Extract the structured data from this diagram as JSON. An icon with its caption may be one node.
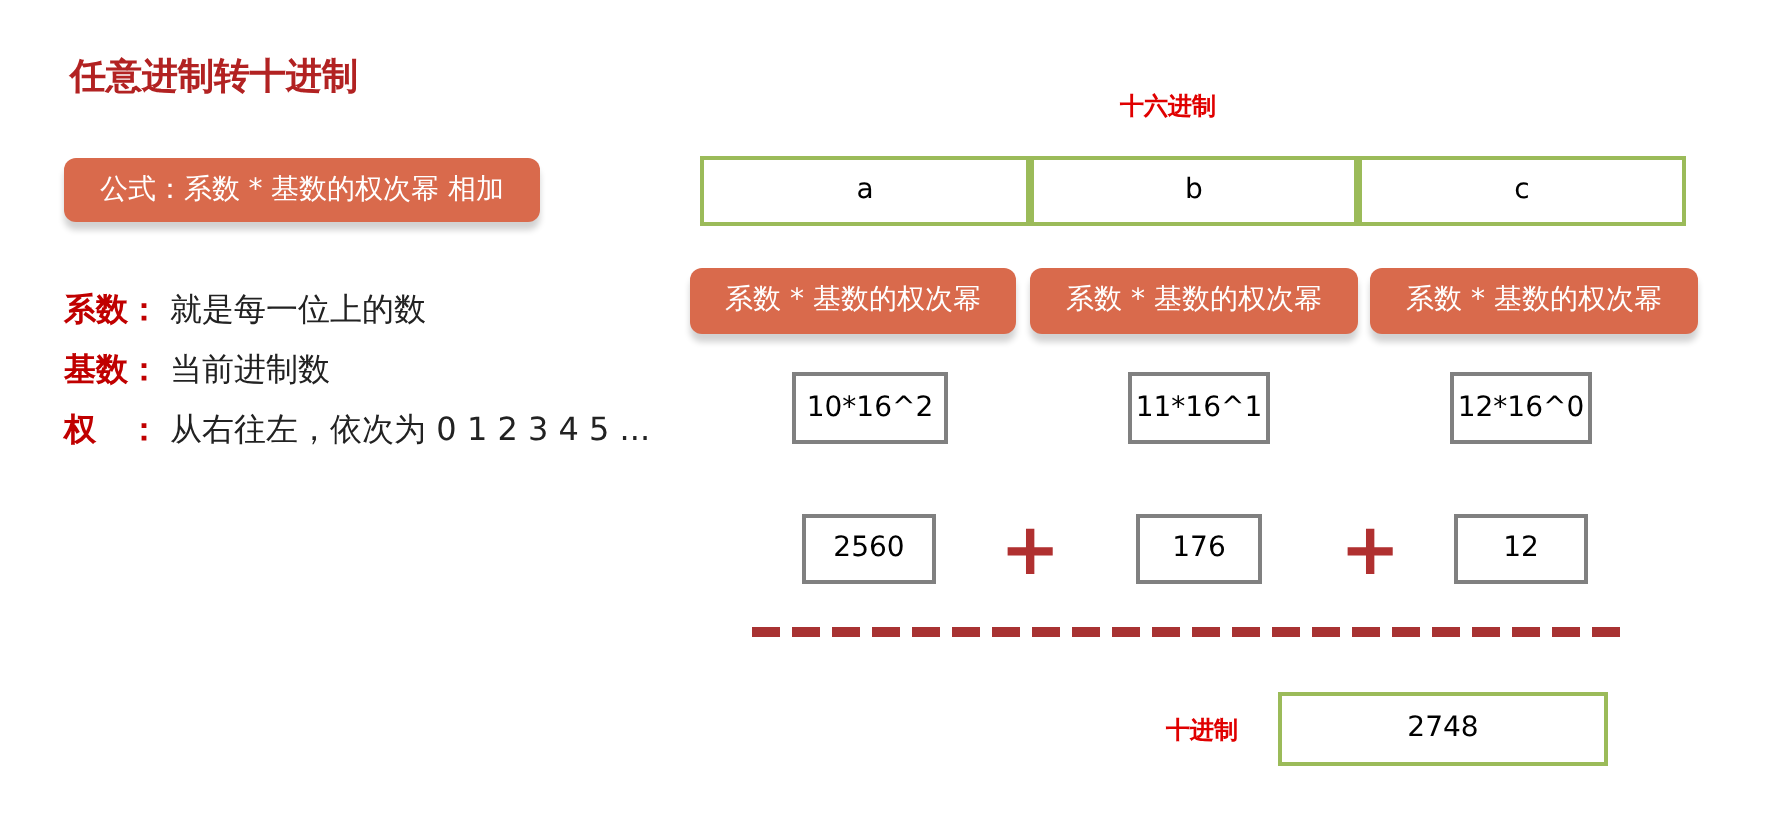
{
  "diagram": {
    "title": "任意进制转十进制",
    "nodes": [
      {
        "text": [
          "公式：系数 * 基数的权次幂 相加"
        ]
      },
      {
        "text": [
          "a"
        ]
      },
      {
        "text": [
          "b"
        ]
      },
      {
        "text": [
          "c"
        ]
      },
      {
        "text": [
          "系数 * 基数的权次幂"
        ]
      },
      {
        "text": [
          "系数 * 基数的权次幂"
        ]
      },
      {
        "text": [
          "系数 * 基数的权次幂"
        ]
      },
      {
        "text": [
          "10*16^2"
        ]
      },
      {
        "text": [
          "11*16^1"
        ]
      },
      {
        "text": [
          "12*16^0"
        ]
      },
      {
        "text": [
          "2560"
        ]
      },
      {
        "text": [
          "176"
        ]
      },
      {
        "text": [
          "12"
        ]
      },
      {
        "text": [
          "2748"
        ],
        "beside": [
          "十进制"
        ]
      }
    ],
    "labels": [
      "十六进制",
      "**系数：** 就是每一位上的数",
      "**基数：** 当前进制数",
      "**权　：** 从右往左，依次为 0 1 2 3 4 5 ...",
      "+",
      "+"
    ]
  }
}
